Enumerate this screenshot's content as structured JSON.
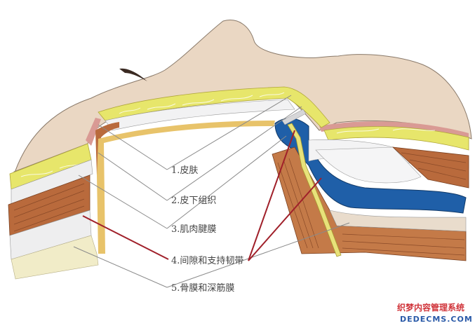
{
  "labels": {
    "l1": "1.皮肤",
    "l2": "2.皮下组织",
    "l3": "3.肌肉腱膜",
    "l4": "4.间隙和支持韧带",
    "l5": "5.骨膜和深筋膜"
  },
  "watermark": {
    "cn": "织梦内容管理系统",
    "en": "DEDECMS.COM"
  },
  "colors": {
    "skin": "#ead7c3",
    "skin_edge": "#d99a94",
    "fat": "#e7e66b",
    "muscle": "#b96a3c",
    "fascia": "#e9e9ea",
    "bone": "#f1ecc8",
    "blue": "#1f5fa8",
    "leader": "#8a8a8a",
    "ligament_leader": "#a0202a",
    "watermark_red": "#d0343a",
    "watermark_blue": "#2a5aa8"
  }
}
